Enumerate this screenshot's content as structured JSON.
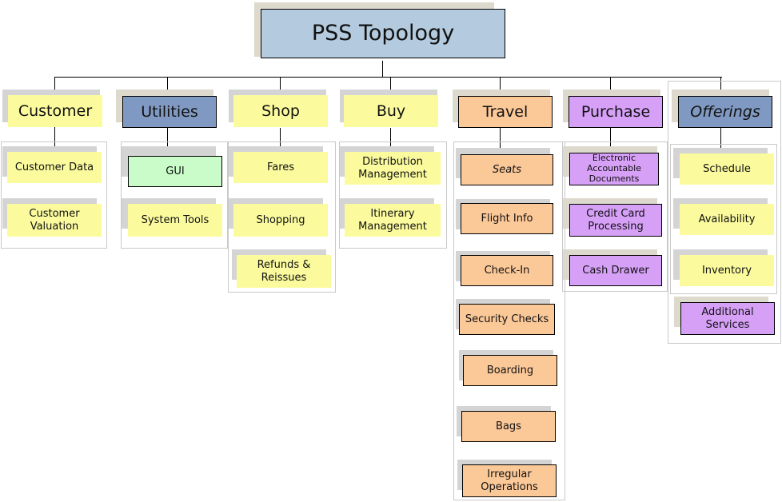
{
  "diagram": {
    "title": "PSS Topology",
    "type": "organizational-tree",
    "root": {
      "label": "PSS Topology",
      "color": "#b4cade",
      "bordered": true
    },
    "columns": [
      {
        "id": "customer",
        "header": {
          "label": "Customer",
          "color": "#fbfb9e",
          "bordered": false
        },
        "children": [
          {
            "label": "Customer  Data",
            "color": "#fbfb9e",
            "bordered": false
          },
          {
            "label": "Customer\nValuation",
            "color": "#fbfb9e",
            "bordered": false
          }
        ]
      },
      {
        "id": "utilities",
        "header": {
          "label": "Utilities",
          "color": "#8099c2",
          "bordered": true
        },
        "children": [
          {
            "label": "GUI",
            "color": "#c9fcc9",
            "bordered": true
          },
          {
            "label": "System Tools",
            "color": "#fbfb9e",
            "bordered": false
          }
        ]
      },
      {
        "id": "shop",
        "header": {
          "label": "Shop",
          "color": "#fbfb9e",
          "bordered": false
        },
        "children": [
          {
            "label": "Fares",
            "color": "#fbfb9e",
            "bordered": false
          },
          {
            "label": "Shopping",
            "color": "#fbfb9e",
            "bordered": false
          },
          {
            "label": "Refunds  &\nReissues",
            "color": "#fbfb9e",
            "bordered": false
          }
        ]
      },
      {
        "id": "buy",
        "header": {
          "label": "Buy",
          "color": "#fbfb9e",
          "bordered": false
        },
        "children": [
          {
            "label": "Distribution\nManagement",
            "color": "#fbfb9e",
            "bordered": false
          },
          {
            "label": "Itinerary\nManagement",
            "color": "#fbfb9e",
            "bordered": false
          }
        ]
      },
      {
        "id": "travel",
        "header": {
          "label": "Travel",
          "color": "#fbc898",
          "bordered": true
        },
        "children": [
          {
            "label": "Seats",
            "color": "#fbc898",
            "bordered": true,
            "italic": true
          },
          {
            "label": "Flight Info",
            "color": "#fbc898",
            "bordered": true
          },
          {
            "label": "Check-In",
            "color": "#fbc898",
            "bordered": true
          },
          {
            "label": "Security Checks",
            "color": "#fbc898",
            "bordered": true
          },
          {
            "label": "Boarding",
            "color": "#fbc898",
            "bordered": true
          },
          {
            "label": "Bags",
            "color": "#fbc898",
            "bordered": true
          },
          {
            "label": "Irregular\nOperations",
            "color": "#fbc898",
            "bordered": true
          }
        ]
      },
      {
        "id": "purchase",
        "header": {
          "label": "Purchase",
          "color": "#d6a0f7",
          "bordered": true
        },
        "children": [
          {
            "label": "Electronic\nAccountable\nDocuments",
            "color": "#d6a0f7",
            "bordered": true
          },
          {
            "label": "Credit  Card\nProcessing",
            "color": "#d6a0f7",
            "bordered": true
          },
          {
            "label": "Cash Drawer",
            "color": "#d6a0f7",
            "bordered": true
          }
        ]
      },
      {
        "id": "offerings",
        "header": {
          "label": "Offerings",
          "color": "#8099c2",
          "bordered": true,
          "italic": true
        },
        "children": [
          {
            "label": "Schedule",
            "color": "#fbfb9e",
            "bordered": false
          },
          {
            "label": "Availability",
            "color": "#fbfb9e",
            "bordered": false
          },
          {
            "label": "Inventory",
            "color": "#fbfb9e",
            "bordered": false
          },
          {
            "label": "Additional\nServices",
            "color": "#d6a0f7",
            "bordered": true
          }
        ]
      }
    ]
  }
}
